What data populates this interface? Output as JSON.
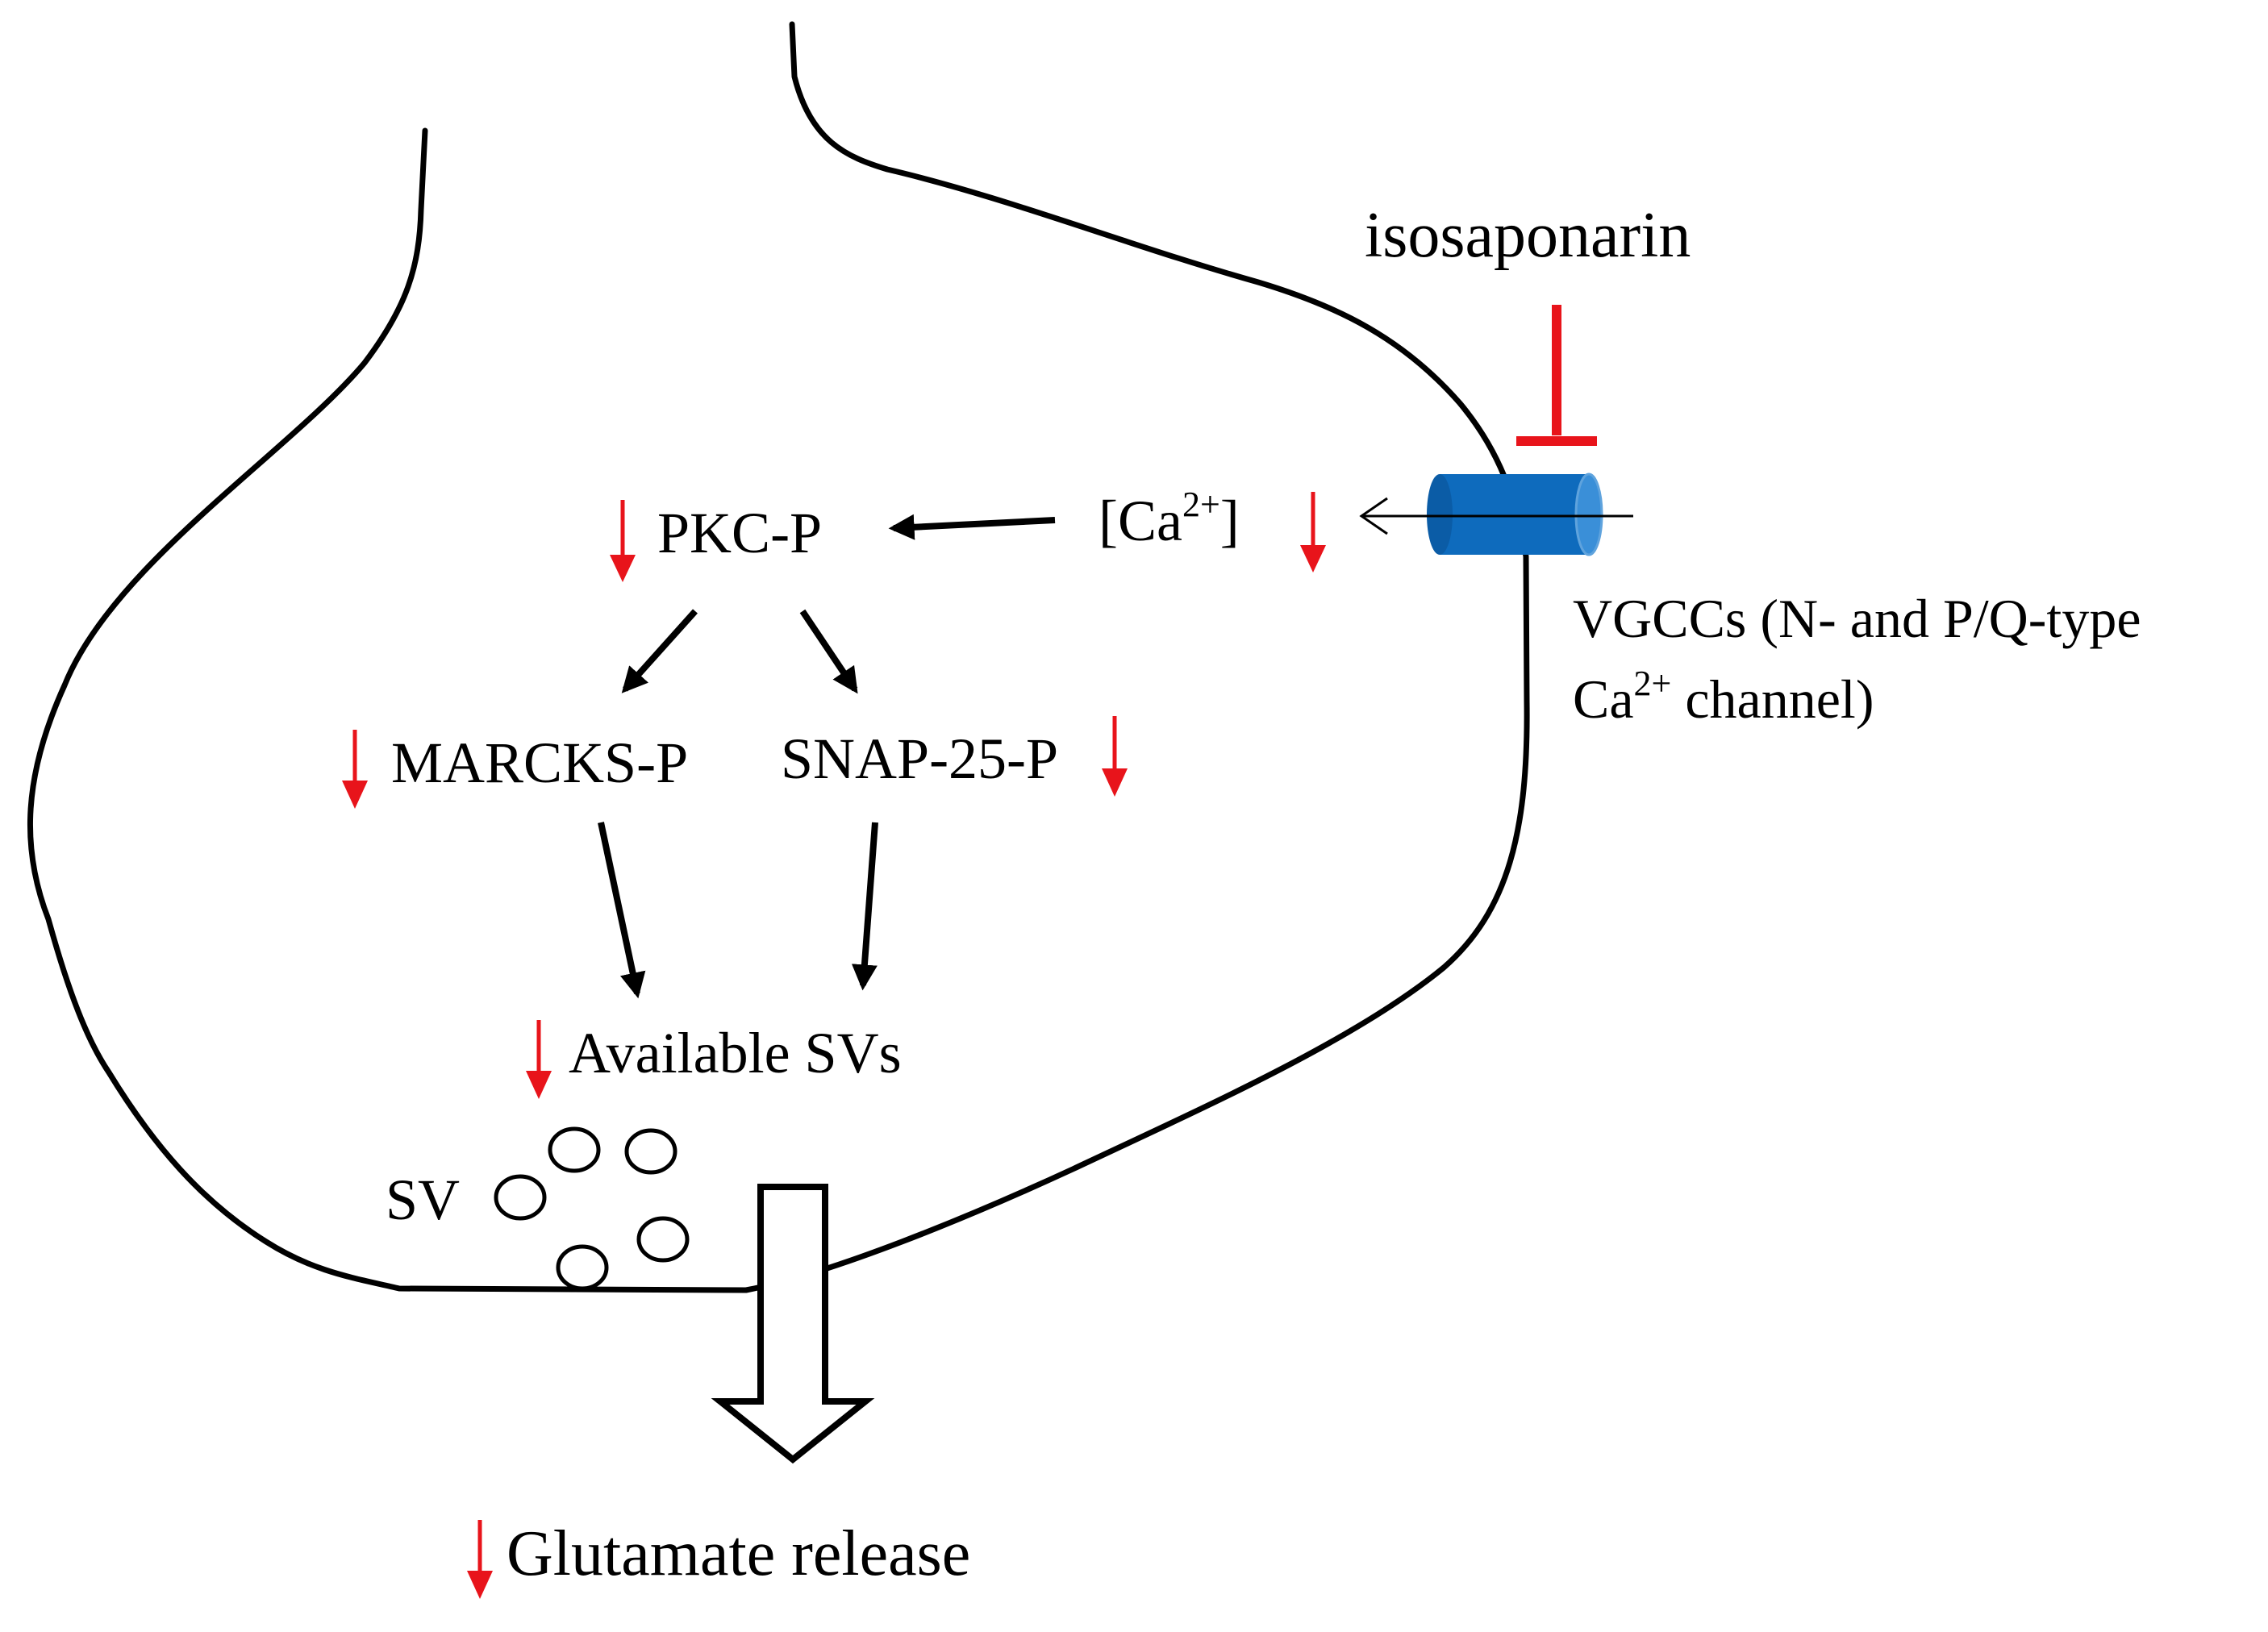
{
  "colors": {
    "line": "#000000",
    "inhibit": "#e8141b",
    "decrease_arrow": "#e8141b",
    "channel_fill": "#0e6bbd",
    "channel_edge": "#5fa3dd",
    "background": "#ffffff"
  },
  "labels": {
    "inhibitor": "isosaponarin",
    "calcium_open": "[Ca",
    "calcium_sup": "2+",
    "calcium_close": "]",
    "pkc": "PKC-P",
    "marcks": "MARCKS-P",
    "snap25": "SNAP-25-P",
    "available_svs": "Available SVs",
    "sv": "SV",
    "glutamate": "Glutamate release",
    "channel_line1": "VGCCs (N- and P/Q-type",
    "channel_line2_prefix": "Ca",
    "channel_line2_sup": "2+",
    "channel_line2_suffix": " channel)"
  },
  "decrease_markers": [
    "pkc",
    "calcium",
    "marcks",
    "snap25",
    "available_svs",
    "glutamate"
  ],
  "icons": {
    "inhibition": "t-bar-inhibit-icon",
    "decrease": "red-down-arrow-icon",
    "channel": "cylinder-channel-icon",
    "release": "hollow-down-arrow-icon",
    "vesicle": "circle-vesicle-icon"
  }
}
